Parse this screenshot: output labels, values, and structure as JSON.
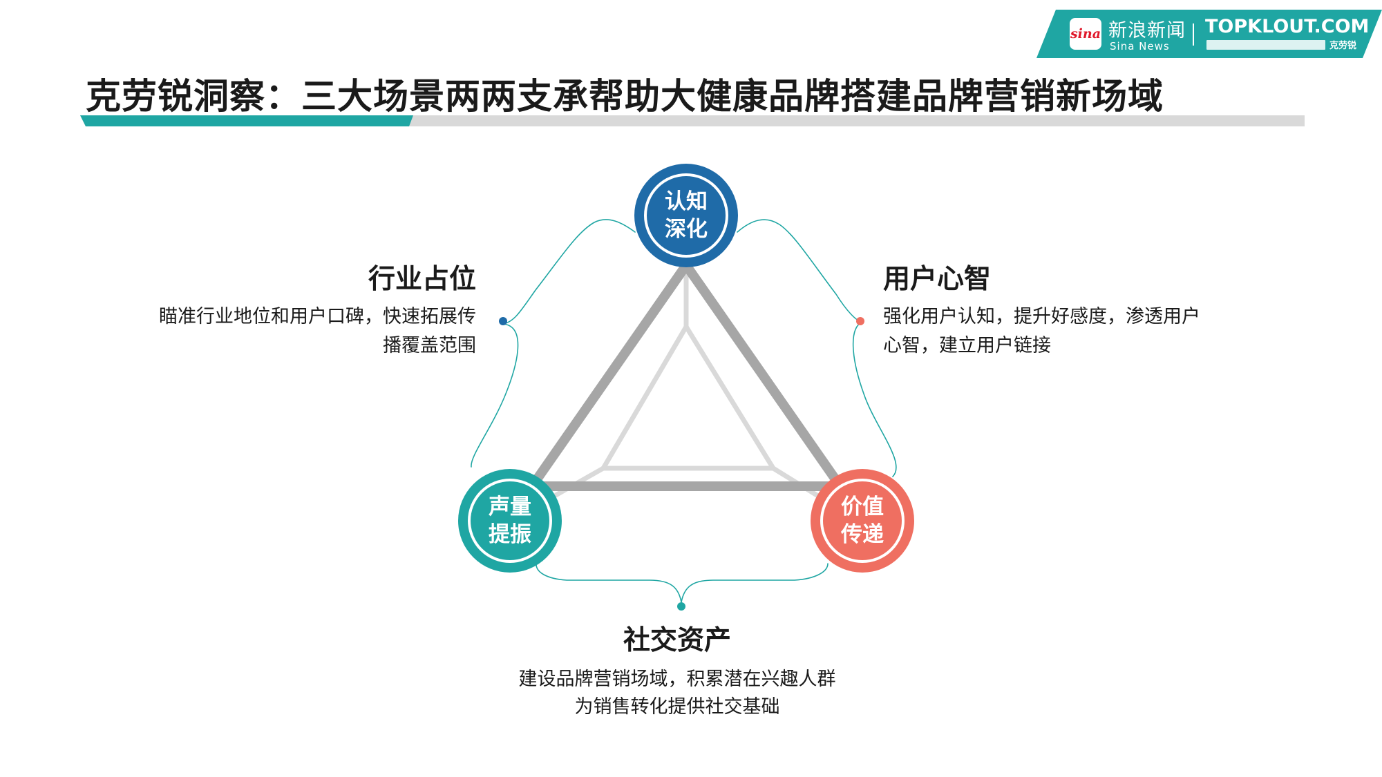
{
  "brand": {
    "sina_logo_text": "sina",
    "sina_name": "新浪新闻",
    "sina_sub": "Sina News",
    "topklout": "TOPKLOUT.COM",
    "topklout_sub": "克劳锐"
  },
  "page_title": "克劳锐洞察：三大场景两两支承帮助大健康品牌搭建品牌营销新场域",
  "colors": {
    "teal": "#1fa6a3",
    "blue": "#1f6ba8",
    "coral": "#ef6f61",
    "grey_line": "#a6a6a6",
    "light_grey": "#d9d9d9"
  },
  "nodes": {
    "top": {
      "line1": "认知",
      "line2": "深化"
    },
    "left": {
      "line1": "声量",
      "line2": "提振"
    },
    "right": {
      "line1": "价值",
      "line2": "传递"
    }
  },
  "labels": {
    "top_left": {
      "title": "行业占位",
      "desc_line1": "瞄准行业地位和用户口碑，快速拓展传",
      "desc_line2": "播覆盖范围"
    },
    "top_right": {
      "title": "用户心智",
      "desc_line1": "强化用户认知，提升好感度，渗透用户",
      "desc_line2": "心智，建立用户链接"
    },
    "bottom": {
      "title": "社交资产",
      "desc_line1": "建设品牌营销场域，积累潜在兴趣人群",
      "desc_line2": "为销售转化提供社交基础"
    }
  }
}
